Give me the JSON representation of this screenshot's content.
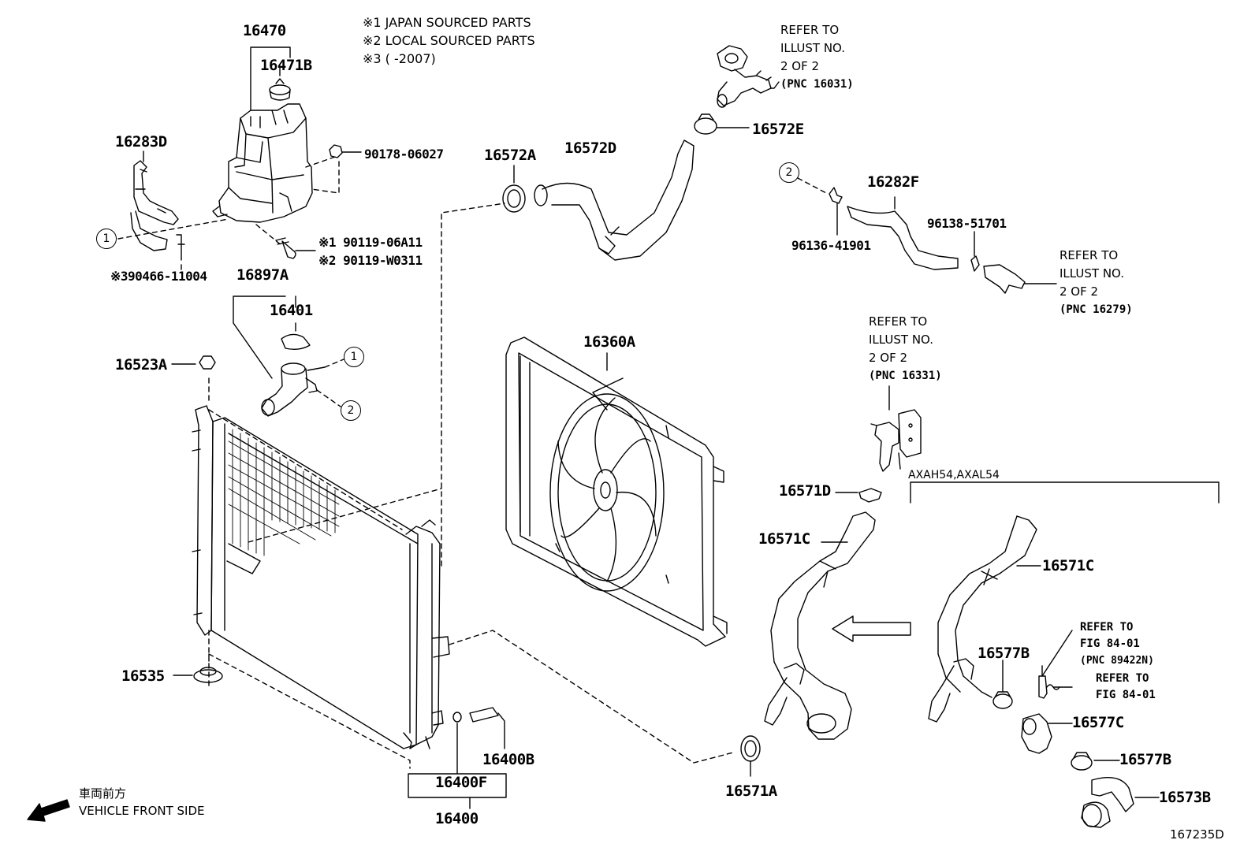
{
  "legend": {
    "notes": [
      "※1 JAPAN SOURCED PARTS",
      "※2 LOCAL SOURCED PARTS",
      "※3 (        -2007)"
    ]
  },
  "parts": {
    "p16470": "16470",
    "p16471B": "16471B",
    "p16283D": "16283D",
    "p90178": "90178-06027",
    "p90119a": "※1 90119-06A11",
    "p90119b": "※2 90119-W0311",
    "p90466": "※390466-11004",
    "p16897A": "16897A",
    "p16401": "16401",
    "p16523A": "16523A",
    "p16535": "16535",
    "p16572A": "16572A",
    "p16572D": "16572D",
    "p16572E": "16572E",
    "p16282F": "16282F",
    "p96136": "96136-41901",
    "p96138": "96138-51701",
    "p16360A": "16360A",
    "p16571D": "16571D",
    "p16571C_left": "16571C",
    "p16571C_right": "16571C",
    "p16577B_top": "16577B",
    "p16577C": "16577C",
    "p16577B_bottom": "16577B",
    "p16573B": "16573B",
    "p16571A": "16571A",
    "p16400B": "16400B",
    "p16400F": "16400F",
    "p16400": "16400"
  },
  "refs": {
    "r16031": [
      "REFER TO",
      "ILLUST NO.",
      "2 OF 2",
      "(PNC 16031)"
    ],
    "r16279": [
      "REFER TO",
      "ILLUST NO.",
      "2 OF 2",
      "(PNC 16279)"
    ],
    "r16331": [
      "REFER TO",
      "ILLUST NO.",
      "2 OF 2",
      "(PNC 16331)"
    ],
    "r89422": [
      "REFER TO",
      "FIG 84-01",
      "(PNC 89422N)"
    ],
    "r8401": [
      "REFER TO",
      "FIG 84-01"
    ]
  },
  "variant_label": "AXAH54,AXAL54",
  "callouts": {
    "one": "1",
    "two": "2"
  },
  "front": {
    "jp": "車両前方",
    "en": "VEHICLE FRONT SIDE"
  },
  "diagram_id": "167235D"
}
